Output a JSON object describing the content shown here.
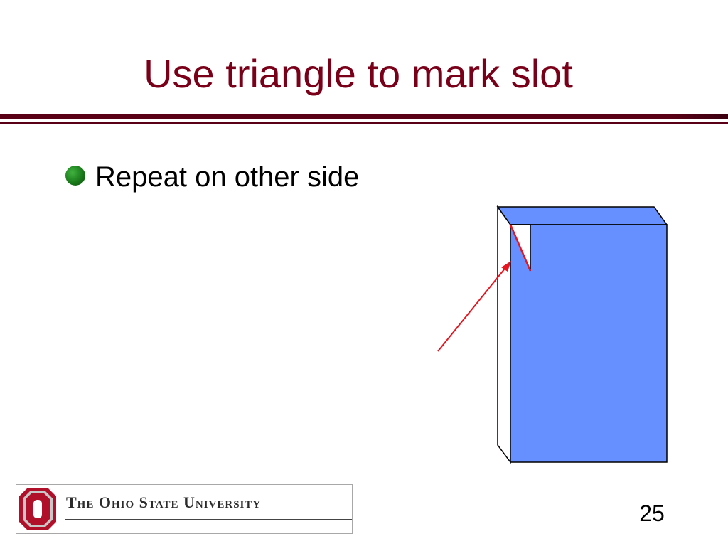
{
  "slide": {
    "title": "Use triangle to mark slot",
    "bullets": [
      {
        "text": "Repeat on other side"
      }
    ],
    "page_number": "25"
  },
  "logo": {
    "text": "The Ohio State University",
    "icon": "block-o-logo-icon"
  },
  "colors": {
    "title": "#7a0019",
    "rule": "#5a0016",
    "bullet": "#1a7a1a",
    "box_face": "#6690ff",
    "box_side": "#ffffff",
    "outline": "#000000",
    "arrow": "#e8141e",
    "logo_red": "#b0102a",
    "logo_gray": "#c8c8c8"
  }
}
